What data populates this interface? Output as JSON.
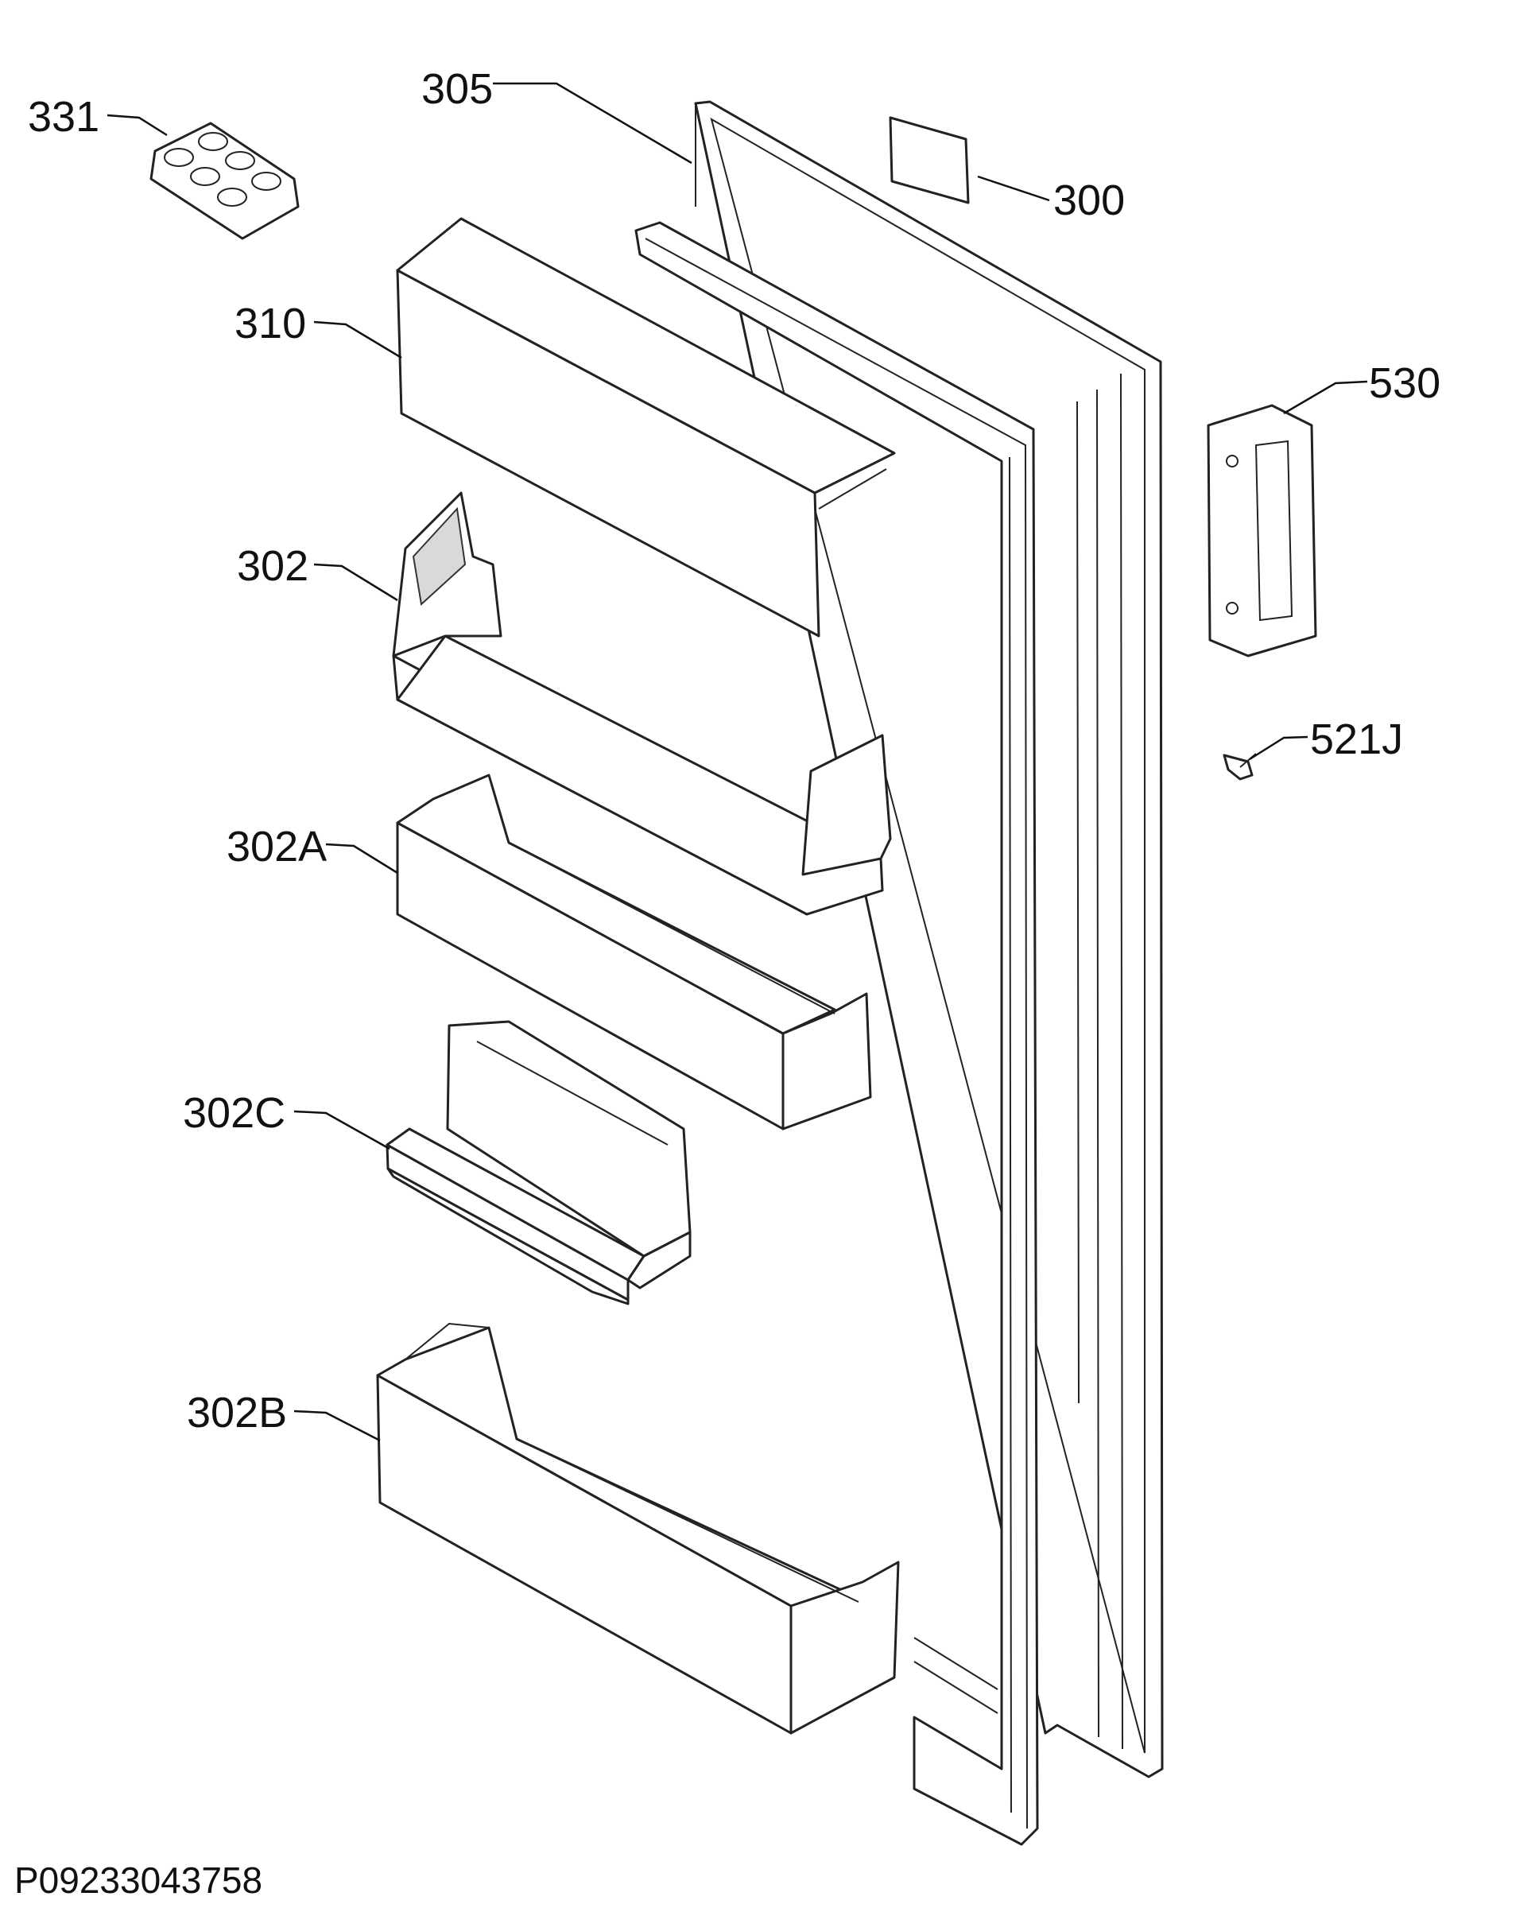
{
  "diagram": {
    "drawing_code": "P09233043758",
    "callouts": {
      "egg_tray": "331",
      "door_panel": "305",
      "label": "300",
      "shelf_cover": "310",
      "upper_balcony": "302",
      "handle": "530",
      "balcony_a": "302A",
      "screw": "521J",
      "balcony_c": "302C",
      "balcony_b": "302B"
    }
  }
}
